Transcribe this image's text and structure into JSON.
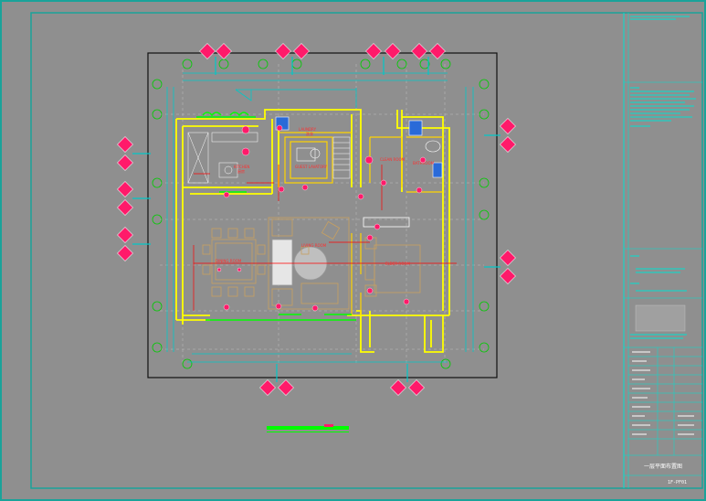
{
  "colors": {
    "background": "#8f8f8f",
    "frame": "#1aa39a",
    "wall": "#ffff00",
    "wall_inner": "#ffd400",
    "dimension": "#00c8c8",
    "furniture": "#c8a060",
    "red_line": "#ff0000",
    "marker": "#ff1a6a",
    "axis": "#00cc00",
    "title_block": "#00e0d0"
  },
  "rooms": [
    {
      "key": "laundry",
      "label_1": "LAUNDRY",
      "label_2": "洗衣"
    },
    {
      "key": "kitchen",
      "label_1": "KITCHEN",
      "label_2": "厨房"
    },
    {
      "key": "guest_lavatory",
      "label_1": "GUEST LAVATORY",
      "label_2": ""
    },
    {
      "key": "clean_room",
      "label_1": "CLEAN ROOM",
      "label_2": ""
    },
    {
      "key": "bathroom",
      "label_1": "BATHROOM",
      "label_2": ""
    },
    {
      "key": "dining_room",
      "label_1": "DINING ROOM",
      "label_2": ""
    },
    {
      "key": "living_room",
      "label_1": "LIVING ROOM",
      "label_2": ""
    },
    {
      "key": "elder_room",
      "label_1": "ELDER ROOM",
      "label_2": ""
    }
  ],
  "title_block": {
    "drawing_name": "一层平面布置图",
    "drawing_no": "1F-PF01"
  }
}
